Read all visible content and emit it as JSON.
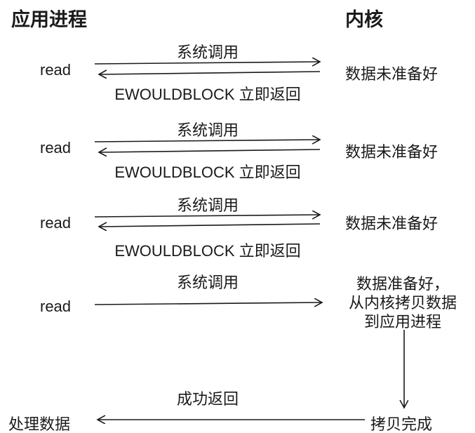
{
  "headers": {
    "left": "应用进程",
    "right": "内核"
  },
  "cycles": [
    {
      "read": "read",
      "syscall": "系统调用",
      "kernel_state": "数据未准备好",
      "return_label": "EWOULDBLOCK 立即返回"
    },
    {
      "read": "read",
      "syscall": "系统调用",
      "kernel_state": "数据未准备好",
      "return_label": "EWOULDBLOCK 立即返回"
    },
    {
      "read": "read",
      "syscall": "系统调用",
      "kernel_state": "数据未准备好",
      "return_label": "EWOULDBLOCK 立即返回"
    }
  ],
  "final": {
    "read": "read",
    "syscall": "系统调用",
    "kernel_lines": [
      "数据准备好，",
      "从内核拷贝数据",
      "到应用进程"
    ],
    "success_label": "成功返回",
    "process_label": "处理数据",
    "copy_done_label": "拷贝完成"
  },
  "colors": {
    "text": "#1a1a1a",
    "background": "#ffffff"
  }
}
